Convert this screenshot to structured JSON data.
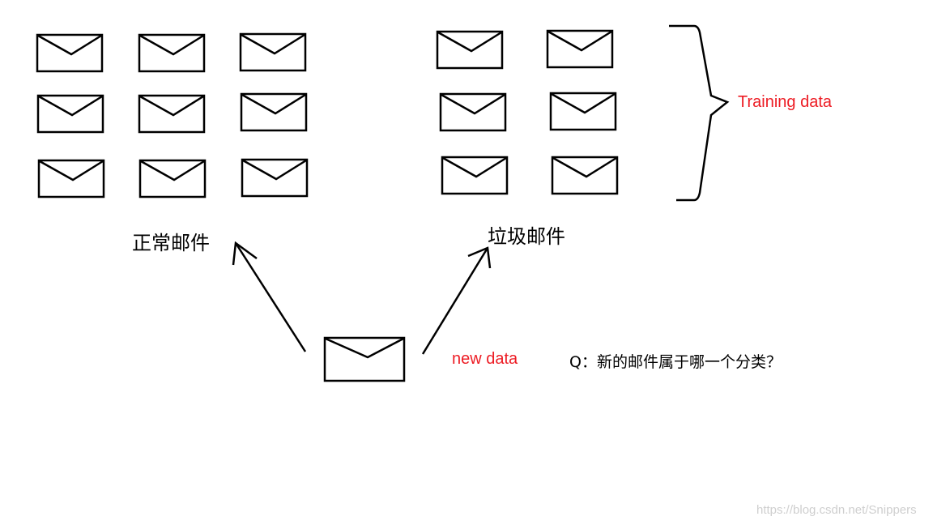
{
  "groups": [
    {
      "label": "正常邮件",
      "envelope_count": 9
    },
    {
      "label": "垃圾邮件",
      "envelope_count": 6
    }
  ],
  "training_label": "Training data",
  "new_data_label": "new data",
  "question": "Q：新的邮件属于哪一个分类？",
  "watermark": "https://blog.csdn.net/Snippers",
  "colors": {
    "accent": "#ed1c24",
    "ink": "#000000",
    "watermark": "#cfcfcf"
  }
}
